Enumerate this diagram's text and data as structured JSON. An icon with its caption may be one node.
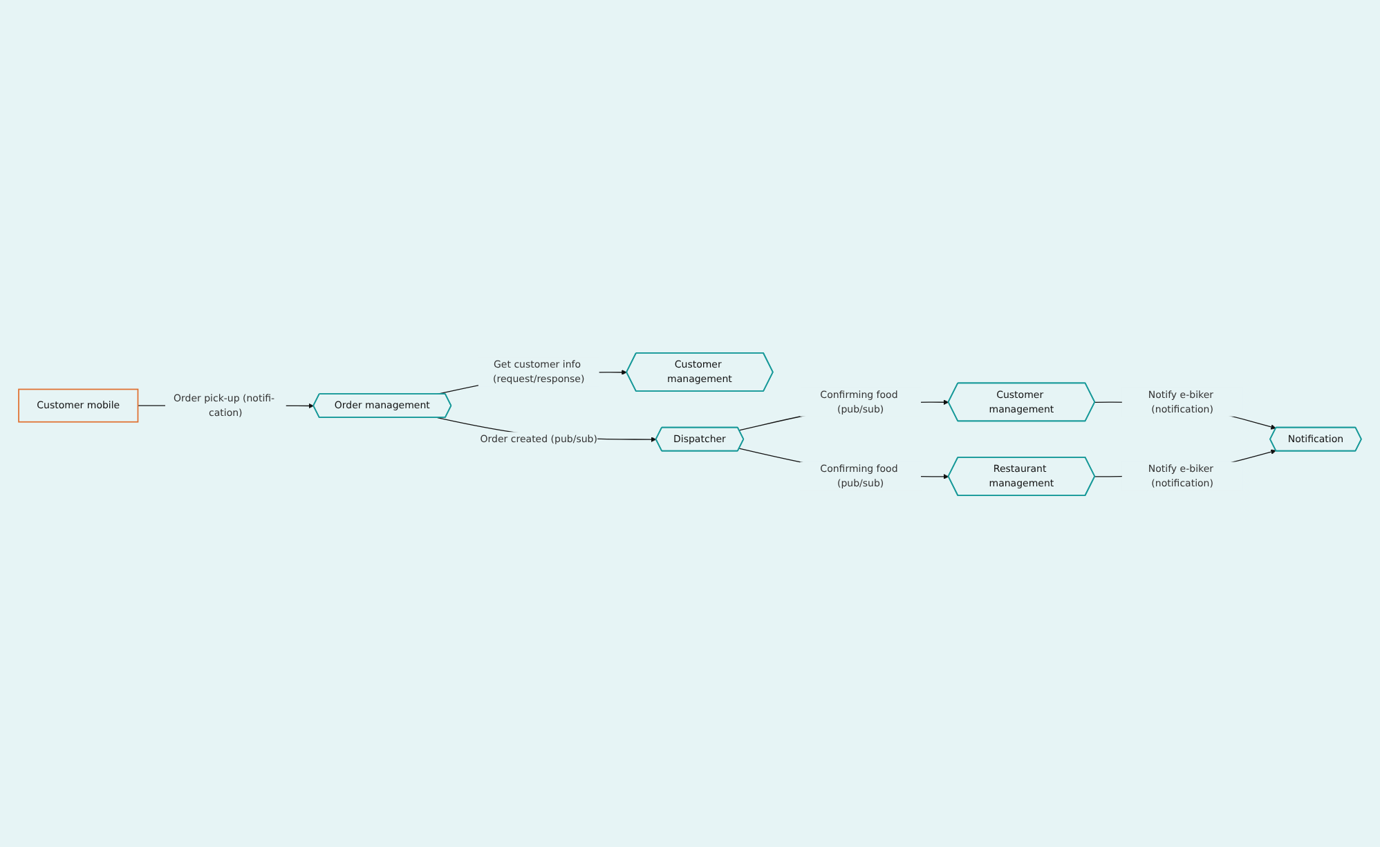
{
  "diagram": {
    "nodes": [
      {
        "text": [
          "Customer mobile"
        ]
      },
      {
        "text": [
          "Order management"
        ]
      },
      {
        "text": [
          "Customer management"
        ]
      },
      {
        "text": [
          "Dispatcher"
        ]
      },
      {
        "text": [
          "Customer management"
        ]
      },
      {
        "text": [
          "Restaurant management"
        ]
      },
      {
        "text": [
          "Notification"
        ]
      }
    ],
    "edges": [
      {
        "from": 0,
        "to": 1,
        "arrow": "to",
        "label": "Order pick-up (notifi- cation)"
      },
      {
        "from": 1,
        "to": 2,
        "arrow": "to",
        "label": "Get customer info (request/response)"
      },
      {
        "from": 1,
        "to": 3,
        "arrow": "to",
        "label": "Order created (pub/sub)"
      },
      {
        "from": 3,
        "to": 4,
        "arrow": "to",
        "label": "Confirming food (pub/sub)"
      },
      {
        "from": 3,
        "to": 5,
        "arrow": "to",
        "label": "Confirming food (pub/sub)"
      },
      {
        "from": 4,
        "to": 6,
        "arrow": "to",
        "label": "Notify e-biker (notification)"
      },
      {
        "from": 5,
        "to": 6,
        "arrow": "to",
        "label": "Notify e-biker (notification)"
      }
    ]
  }
}
